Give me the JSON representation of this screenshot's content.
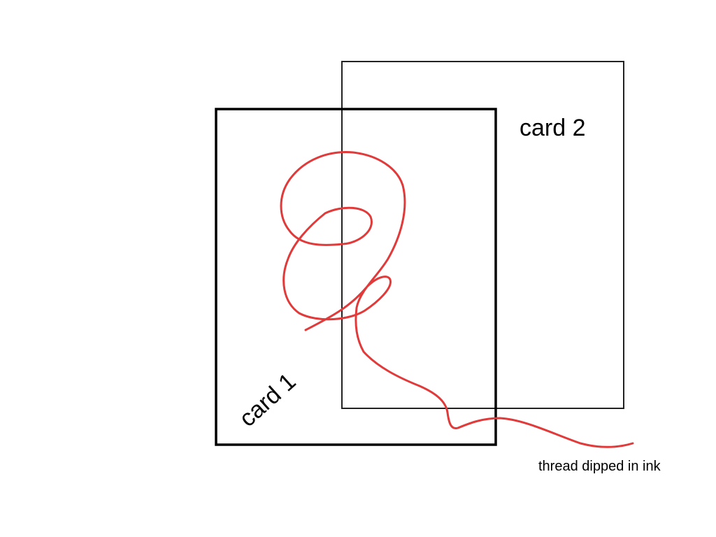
{
  "diagram": {
    "cards": [
      {
        "id": "card-1",
        "label": "card 1"
      },
      {
        "id": "card-2",
        "label": "card 2"
      }
    ],
    "thread": {
      "caption": "thread dipped in ink",
      "color": "#e03a3a"
    },
    "colors": {
      "card_border": "#000000",
      "card_back_border": "#222222",
      "background": "#ffffff"
    }
  }
}
